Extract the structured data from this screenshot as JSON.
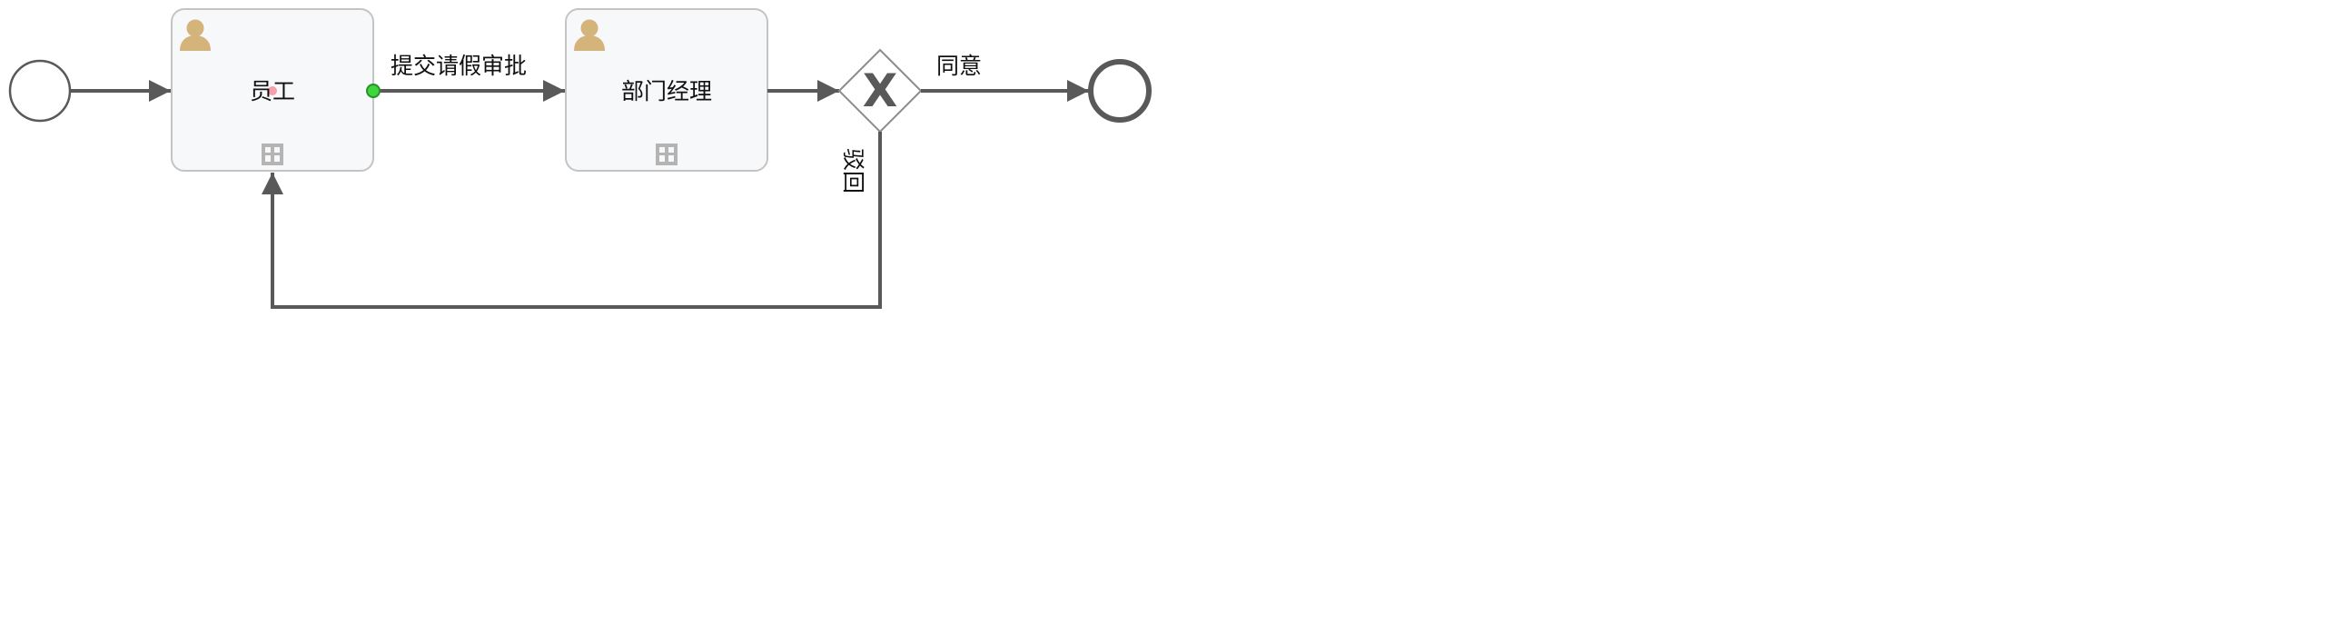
{
  "diagram": {
    "type": "bpmn-process",
    "nodes": {
      "start_event": {
        "kind": "start-event"
      },
      "task_employee": {
        "kind": "user-task",
        "label": "员工",
        "icons": [
          "user-icon",
          "multi-instance-icon"
        ]
      },
      "task_manager": {
        "kind": "user-task",
        "label": "部门经理",
        "icons": [
          "user-icon",
          "multi-instance-icon"
        ]
      },
      "gateway": {
        "kind": "exclusive-gateway",
        "symbol": "X"
      },
      "end_event": {
        "kind": "end-event"
      }
    },
    "flows": {
      "start_to_employee": {
        "from": "start_event",
        "to": "task_employee",
        "label": ""
      },
      "employee_to_manager": {
        "from": "task_employee",
        "to": "task_manager",
        "label": "提交请假审批"
      },
      "manager_to_gateway": {
        "from": "task_manager",
        "to": "gateway",
        "label": ""
      },
      "gateway_to_end": {
        "from": "gateway",
        "to": "end_event",
        "label": "同意"
      },
      "gateway_to_employee": {
        "from": "gateway",
        "to": "task_employee",
        "label": "驳回"
      }
    },
    "colors": {
      "line": "#595959",
      "task_fill": "#f7f8fa",
      "task_border": "#c4c4c4",
      "user_icon": "#d4b47a",
      "marker": "#b4b4b4",
      "connection_point": "#3dd63d",
      "selection_dot": "#f4a0a8"
    }
  }
}
